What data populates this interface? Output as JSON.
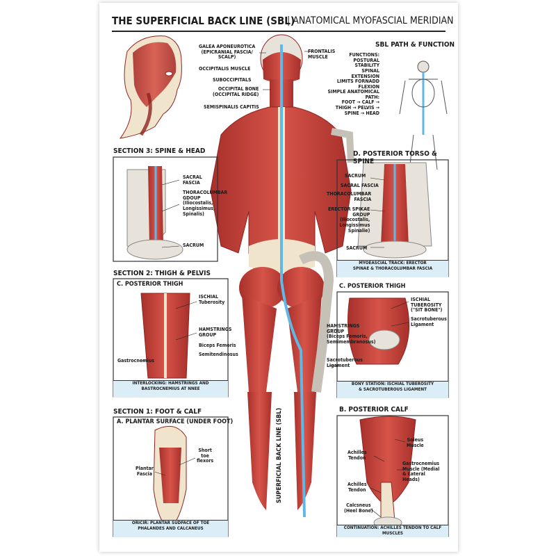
{
  "title": "THE SUPERFICIAL BACK LINE (SBL)",
  "subtitle": "| ANATOMICAL MYOFASCIAL MERIDIAN",
  "colors": {
    "muscle": "#c9413a",
    "muscle_dark": "#8e2320",
    "fascia": "#f1e4cd",
    "bone": "#e8e3da",
    "line": "#5fb8e6",
    "caption_bg": "#dbeef8"
  },
  "head_labels": {
    "galea": "GALEA APONEUROTICA\n(EPICRANIAL FASCIA/\nSCALP)",
    "occipitalis": "OCCIPITALIS MUSCLE",
    "suboccipitals": "SUBOCCIPITALS",
    "occipital_bone": "OCCIPITAL BONE\n(OCCIPITAL RIDGE)",
    "semispinalis": "SEMISPINALIS CAPITIS",
    "frontalis": "FRONTALIS\nMUSCLE"
  },
  "path_function": {
    "heading": "SBL PATH & FUNCTION",
    "functions": "FUNCTIONS:\nPOSTURAL STABILITY\nSPINAL EXTENSION\nLIMITS FORNADD\nFLEXION",
    "path": "SIMPLE ANATOMICAL PATH:\nFOOT → CALF →\nTHIGH → PELVIS →\nSPINE → HEAD"
  },
  "section3": {
    "heading": "SECTION 3: SPINE & HEAD",
    "sacral_fascia": "SACRAL\nFASCIA",
    "thoracolumbar": "THORACOLUMBAR\nGDOUP\n(Iliocostalis,\nLongissimus,\nSpinalis)",
    "sacrum": "SACRUM"
  },
  "section_d": {
    "heading": "D. POSTERIOR TORSO & SPINE",
    "sacrum_top": "SACRUM",
    "sacral_fascia": "SACRAL FASCIA",
    "thoracolumbar": "THORACOLUMBAR\nFASCIA",
    "erector": "ERECTOR SPIKAE\nGROUP\n(Iliocostalis,\nLongissimus\nSpinalie)",
    "sacrum_bottom": "SACRUM",
    "caption": "MYOEASCIAL TRACK: ERECTOR\nSPINAE & THORACOLUMBAR FASCIA"
  },
  "section2": {
    "heading": "SECTION 2: THIGH & PELVIS",
    "box_heading": "C. POSTERIOR THIGH",
    "ischial": "ISCHIAL\nTuberosity",
    "hamstrings": "HAMSTRINGS\nGROUP",
    "biceps": "Biceps Femoris",
    "semiten": "Semitendinosus",
    "gastro": "Gastrocnemius",
    "caption": "INTERLOCKING: HAMSTRINGS AND\nBASTROCNEMIUS AT NNEE"
  },
  "center_labels": {
    "hamstrings": "HAMSTRINGS\nGROUP\n(Biceps Femoris,\nSemimembranosus)",
    "sacrotuberous": "Sacrotuberous\nLigament"
  },
  "right_thigh": {
    "heading": "C. POSTERIOR THIGH",
    "ischial": "ISCHIAL\nTUBEROSITY\n(\"SIT BONE\")",
    "sacrotuberous": "Sacrotuberous\nLigament",
    "caption": "BONY STATION: ISCHIAL TUBEROSITY\n& SACROTUBEROUS LIGAMENT"
  },
  "section1": {
    "heading": "SECTION 1: FOOT & CALF",
    "box_heading": "A. PLANTAR SURFACE (UNDER FOOT)",
    "plantar": "Plantar\nFascia",
    "short_toe": "Short\ntoe\nflexors",
    "caption": "ORICIR: PLANTAR SUDFACE OF TOE\nPHALANDES AND CALCANEUS"
  },
  "calf": {
    "heading": "B. POSTERIOR CALF",
    "soleus": "Soleus\nMuscle",
    "achilles1": "Achilles\nTendon",
    "gastro": "Gastrocnemius\nMuscle (Medial\n& Lateral\nHeads)",
    "achilles2": "Achilles\nTendon",
    "calcaneus": "Calcsneus\n(Heel Bone)",
    "caption": "CONTINUATION: ACHILLES TENDON TO CALF MUSCLES"
  },
  "vertical_label": "SUPERFICIAL BACK LINE (SBL)"
}
